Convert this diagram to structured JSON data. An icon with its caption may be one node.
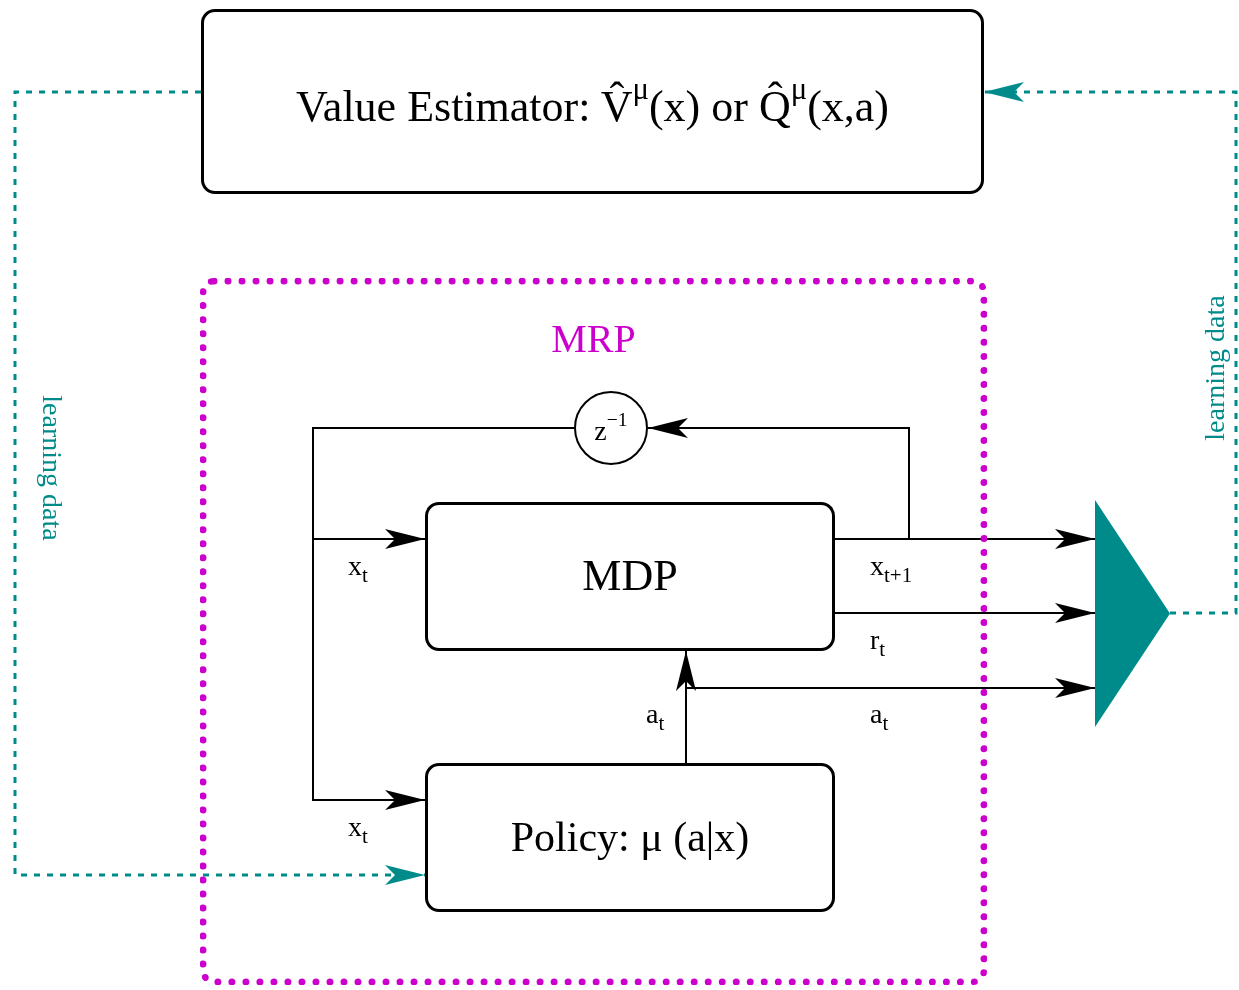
{
  "diagram": {
    "nodes": [
      {
        "text": [
          "Value Estimator: V̂$^{μ}$(x) or Q̂$^{μ}$(x,a)"
        ]
      },
      {
        "text": [
          "MRP"
        ]
      },
      {
        "text": [
          "z$^{−1}$"
        ],
        "in": 1
      },
      {
        "text": [
          "MDP"
        ],
        "in": 1
      },
      {
        "text": [
          "Policy: μ (a|x)"
        ],
        "in": 1
      },
      {
        "text": [],
        "shape": "triangle"
      }
    ],
    "edges": [
      {
        "from": 2,
        "to": 3,
        "arrow": "to",
        "label": "x$_{t}$"
      },
      {
        "from": 2,
        "to": 4,
        "arrow": "to",
        "label": "x$_{t}$"
      },
      {
        "from": 3,
        "to": 2,
        "arrow": "to"
      },
      {
        "from": 3,
        "to": 5,
        "arrow": "to",
        "label": "x$_{t+1}$"
      },
      {
        "from": 3,
        "to": 5,
        "arrow": "to",
        "label": "r$_{t}$"
      },
      {
        "from": 4,
        "to": 3,
        "arrow": "to",
        "label": "a$_{t}$"
      },
      {
        "from": 4,
        "to": 5,
        "arrow": "to",
        "label": "a$_{t}$"
      },
      {
        "from": 0,
        "to": 4,
        "arrow": "to",
        "label": "learning data",
        "style": "dashed",
        "color": "#008b8b"
      },
      {
        "from": 5,
        "to": 0,
        "arrow": "to",
        "label": "learning data",
        "style": "dashed",
        "color": "#008b8b"
      }
    ]
  }
}
